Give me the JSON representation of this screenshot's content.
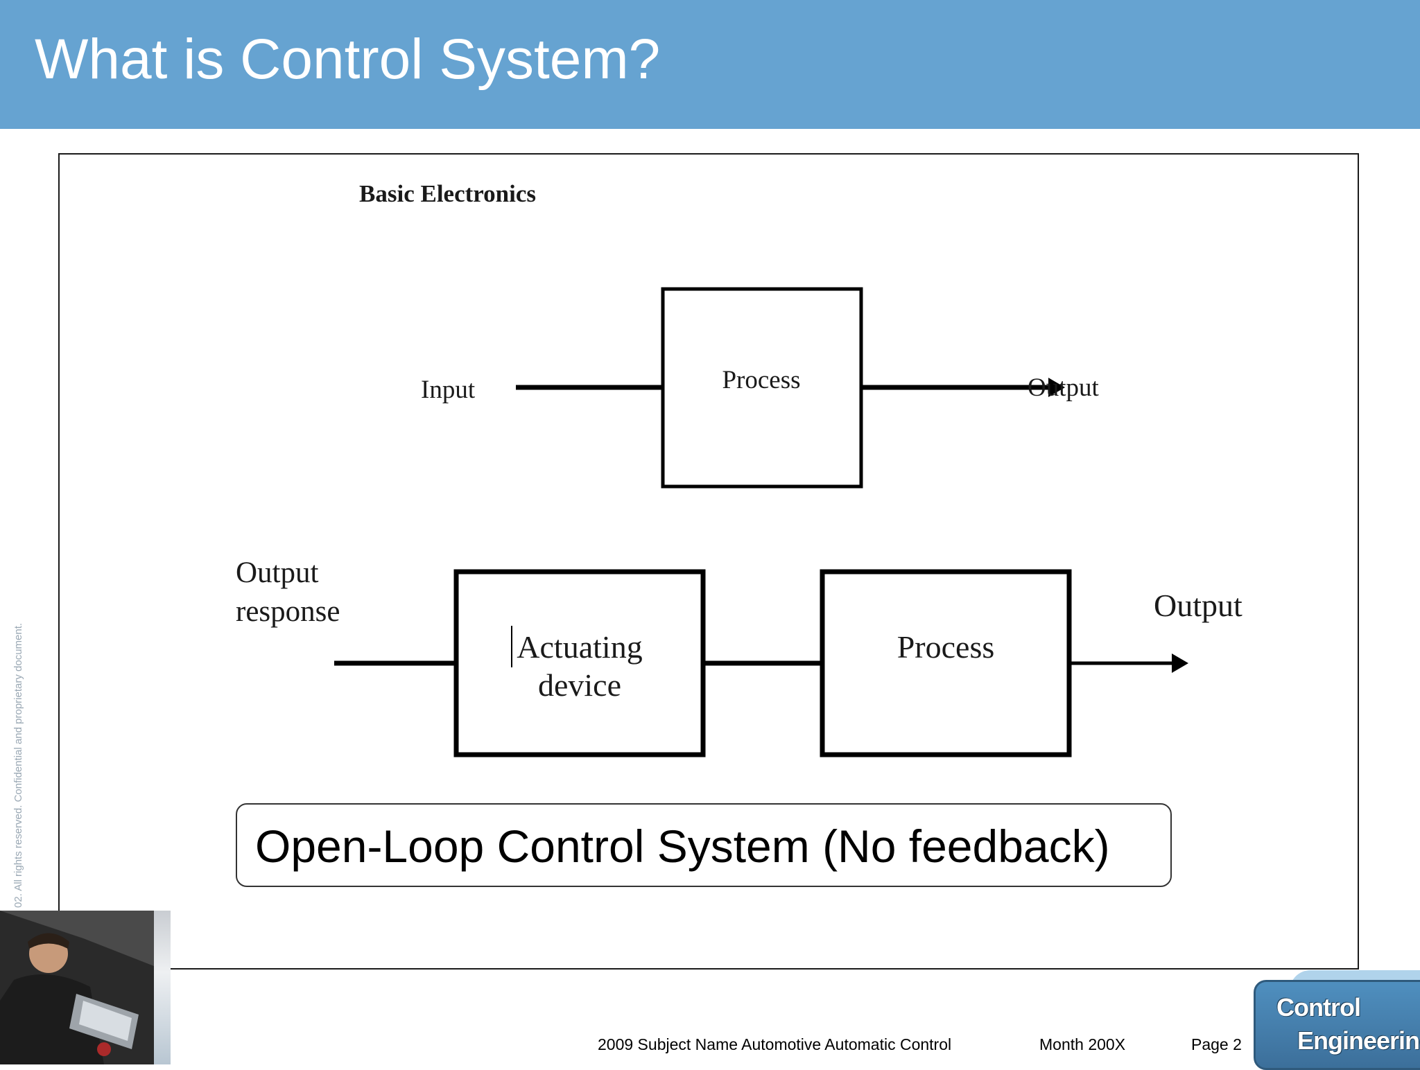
{
  "slide": {
    "title": "What is Control System?"
  },
  "diagram": {
    "heading": "Basic Electronics",
    "top_flow": {
      "input_label": "Input",
      "process_label": "Process",
      "output_label": "Output"
    },
    "bottom_flow": {
      "input_label_line1": "Output",
      "input_label_line2": "response",
      "actuator_label_line1": "Actuating",
      "actuator_label_line2": "device",
      "process_label": "Process",
      "output_label": "Output"
    },
    "caption": "Open-Loop Control System (No feedback)"
  },
  "side_text": "02. All rights reserved. Confidential and proprietary document.",
  "footer": {
    "subject": "2009 Subject Name  Automotive Automatic Control",
    "date": "Month 200X",
    "page": "Page 2"
  },
  "logo": {
    "line1": "Control",
    "line2": "Engineering"
  },
  "colors": {
    "title_bar": "#66a3d1",
    "logo": "#4f8fbf"
  }
}
